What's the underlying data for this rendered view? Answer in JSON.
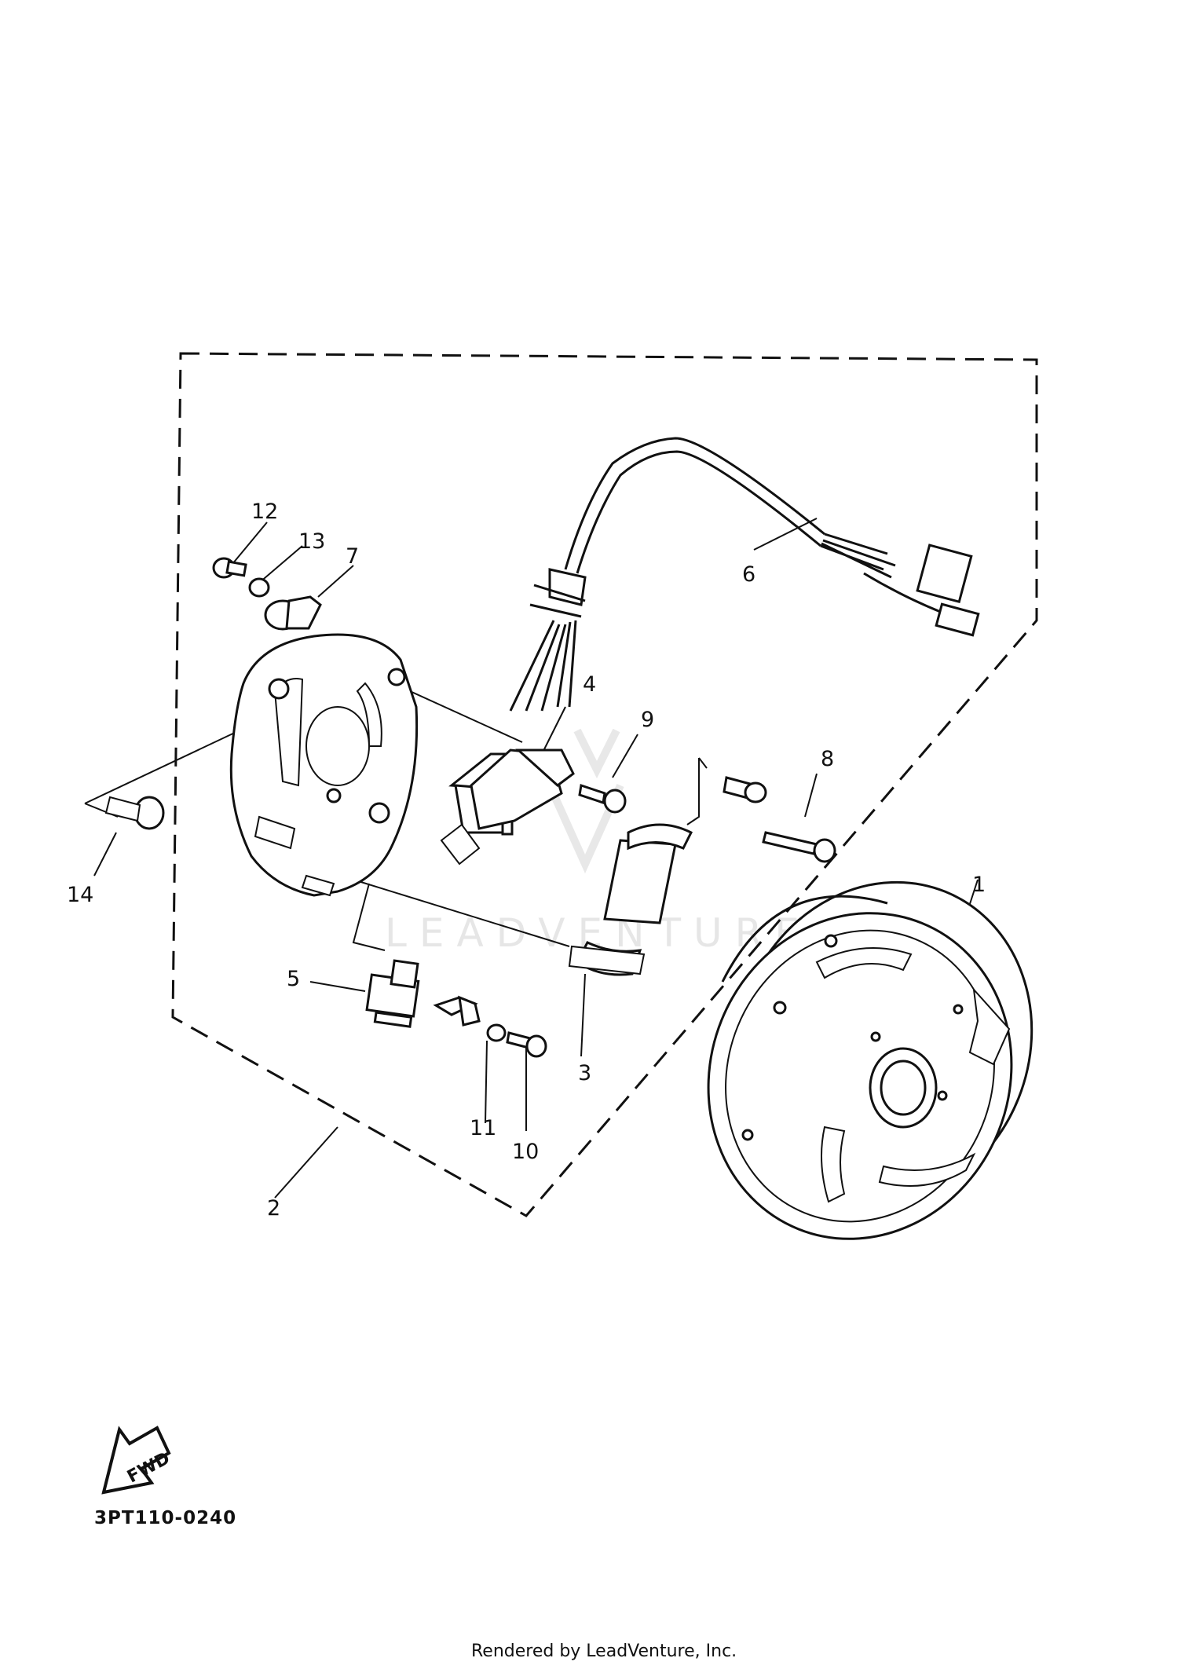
{
  "watermark": "LEADVENTURE",
  "callouts": {
    "c1": "1",
    "c2": "2",
    "c3": "3",
    "c4": "4",
    "c5": "5",
    "c6": "6",
    "c7": "7",
    "c8": "8",
    "c9": "9",
    "c10": "10",
    "c11": "11",
    "c12": "12",
    "c13": "13",
    "c14": "14"
  },
  "fwd_label": "FWD",
  "diagram_code": "3PT110-0240",
  "credit": "Rendered by LeadVenture, Inc."
}
